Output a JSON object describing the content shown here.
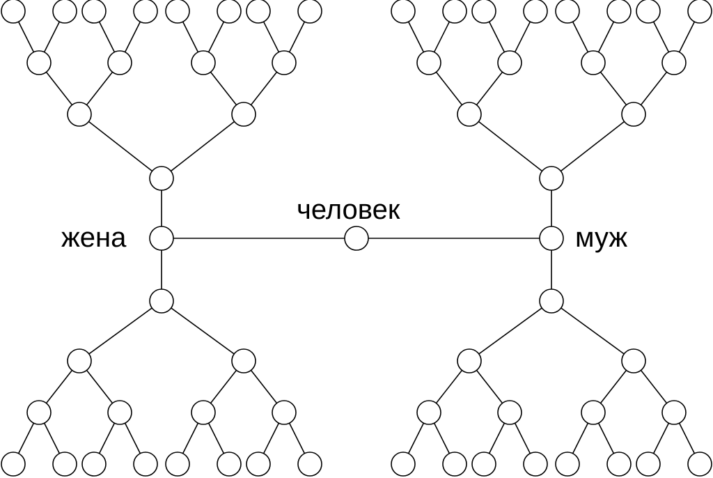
{
  "labels": {
    "wife": "жена",
    "person": "человек",
    "husband": "муж"
  },
  "colors": {
    "line": "#000000",
    "node_fill": "#ffffff",
    "background": "#ffffff"
  }
}
